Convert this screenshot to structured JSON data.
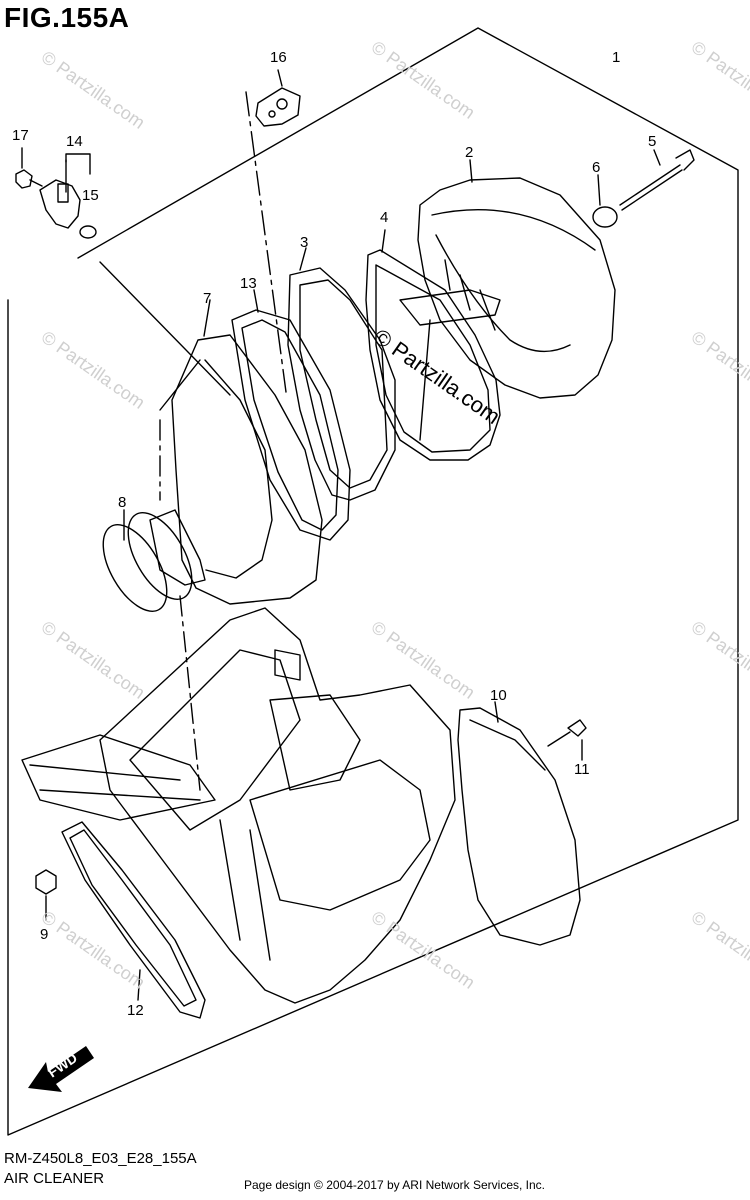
{
  "figure": {
    "title": "FIG.155A",
    "code": "RM-Z450L8_E03_E28_155A",
    "name": "AIR CLEANER",
    "copyright": "Page design © 2004-2017 by ARI Network Services, Inc."
  },
  "callouts": [
    "1",
    "2",
    "3",
    "4",
    "5",
    "6",
    "7",
    "8",
    "9",
    "10",
    "11",
    "12",
    "13",
    "14",
    "15",
    "16",
    "17"
  ],
  "watermark": {
    "text": "© Partzilla.com",
    "center_text": "© Partzilla.com"
  },
  "direction_label": "FWD"
}
